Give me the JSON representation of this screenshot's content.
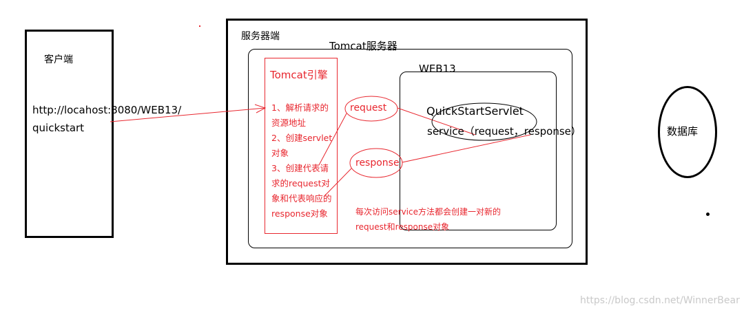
{
  "client": {
    "label": "客户端",
    "url_line1": "http://locahost:8080/WEB13/",
    "url_line2": "quickstart"
  },
  "server": {
    "label": "服务器端",
    "tomcat_label": "Tomcat服务器",
    "web13_label": "WEB13"
  },
  "engine": {
    "title": "Tomcat引擎",
    "steps": [
      "1、解析请求的",
      "资源地址",
      "2、创建servlet",
      "对象",
      "3、创建代表请",
      "求的request对",
      "象和代表响应的",
      "response对象"
    ]
  },
  "request_label": "request",
  "response_label": "response",
  "servlet": {
    "name": "QuickStartServlet",
    "method": "service（request，response）"
  },
  "note": {
    "line1": "每次访问service方法都会创建一对新的",
    "line2": "request和response对象"
  },
  "database_label": "数据库",
  "watermark": "https://blog.csdn.net/WinnerBear",
  "colors": {
    "accent": "#e8262e",
    "border": "#000000"
  }
}
